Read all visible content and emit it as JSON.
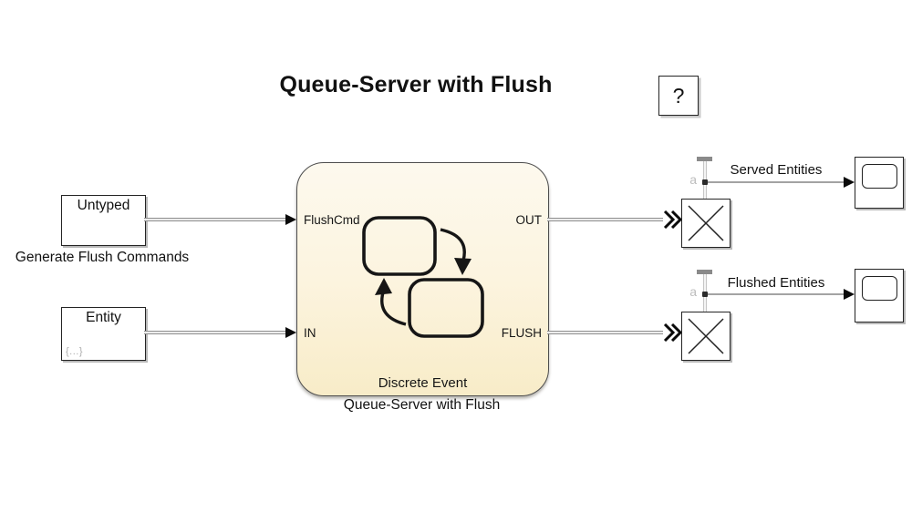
{
  "title": "Queue-Server with Flush",
  "help_button": {
    "label": "?"
  },
  "sources": {
    "untyped": {
      "label": "Untyped",
      "caption": "Generate Flush Commands"
    },
    "entity": {
      "label": "Entity",
      "badge": "{...}"
    }
  },
  "chart": {
    "ports": {
      "in_top": "FlushCmd",
      "in_bottom": "IN",
      "out_top": "OUT",
      "out_bottom": "FLUSH"
    },
    "type_label": "Discrete Event",
    "caption": "Queue-Server with Flush"
  },
  "outputs": {
    "served": {
      "wire_label": "Served Entities",
      "stat_port": "a"
    },
    "flushed": {
      "wire_label": "Flushed Entities",
      "stat_port": "a"
    }
  },
  "colors": {
    "chart_fill_top": "#FDF9EE",
    "chart_fill_bottom": "#F8ECC8",
    "wire_gray": "#8F8F8F",
    "canvas": "#FFFFFF"
  }
}
